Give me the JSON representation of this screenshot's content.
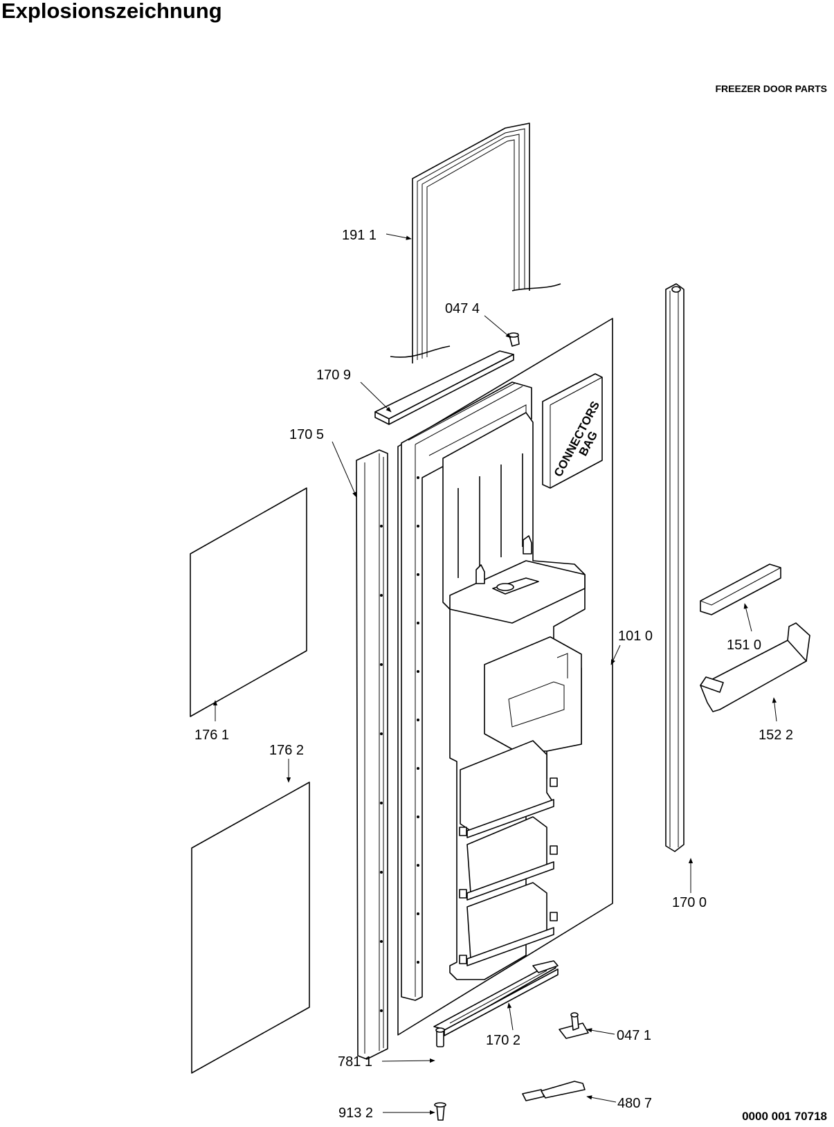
{
  "header": {
    "title": "Explosionszeichnung",
    "section": "FREEZER DOOR PARTS",
    "doc_number": "0000 001 70718"
  },
  "diagram": {
    "bag_label": [
      "CONNECTORS",
      "BAG"
    ],
    "parts": [
      {
        "id": "191-1",
        "label": "191 1"
      },
      {
        "id": "047-4",
        "label": "047 4"
      },
      {
        "id": "170-9",
        "label": "170 9"
      },
      {
        "id": "170-5",
        "label": "170 5"
      },
      {
        "id": "101-0",
        "label": "101 0"
      },
      {
        "id": "151-0",
        "label": "151 0"
      },
      {
        "id": "152-2",
        "label": "152 2"
      },
      {
        "id": "176-1",
        "label": "176 1"
      },
      {
        "id": "176-2",
        "label": "176 2"
      },
      {
        "id": "170-0",
        "label": "170 0"
      },
      {
        "id": "170-2",
        "label": "170 2"
      },
      {
        "id": "047-1",
        "label": "047 1"
      },
      {
        "id": "781-1",
        "label": "781 1"
      },
      {
        "id": "913-2",
        "label": "913 2"
      },
      {
        "id": "480-7",
        "label": "480 7"
      }
    ]
  }
}
